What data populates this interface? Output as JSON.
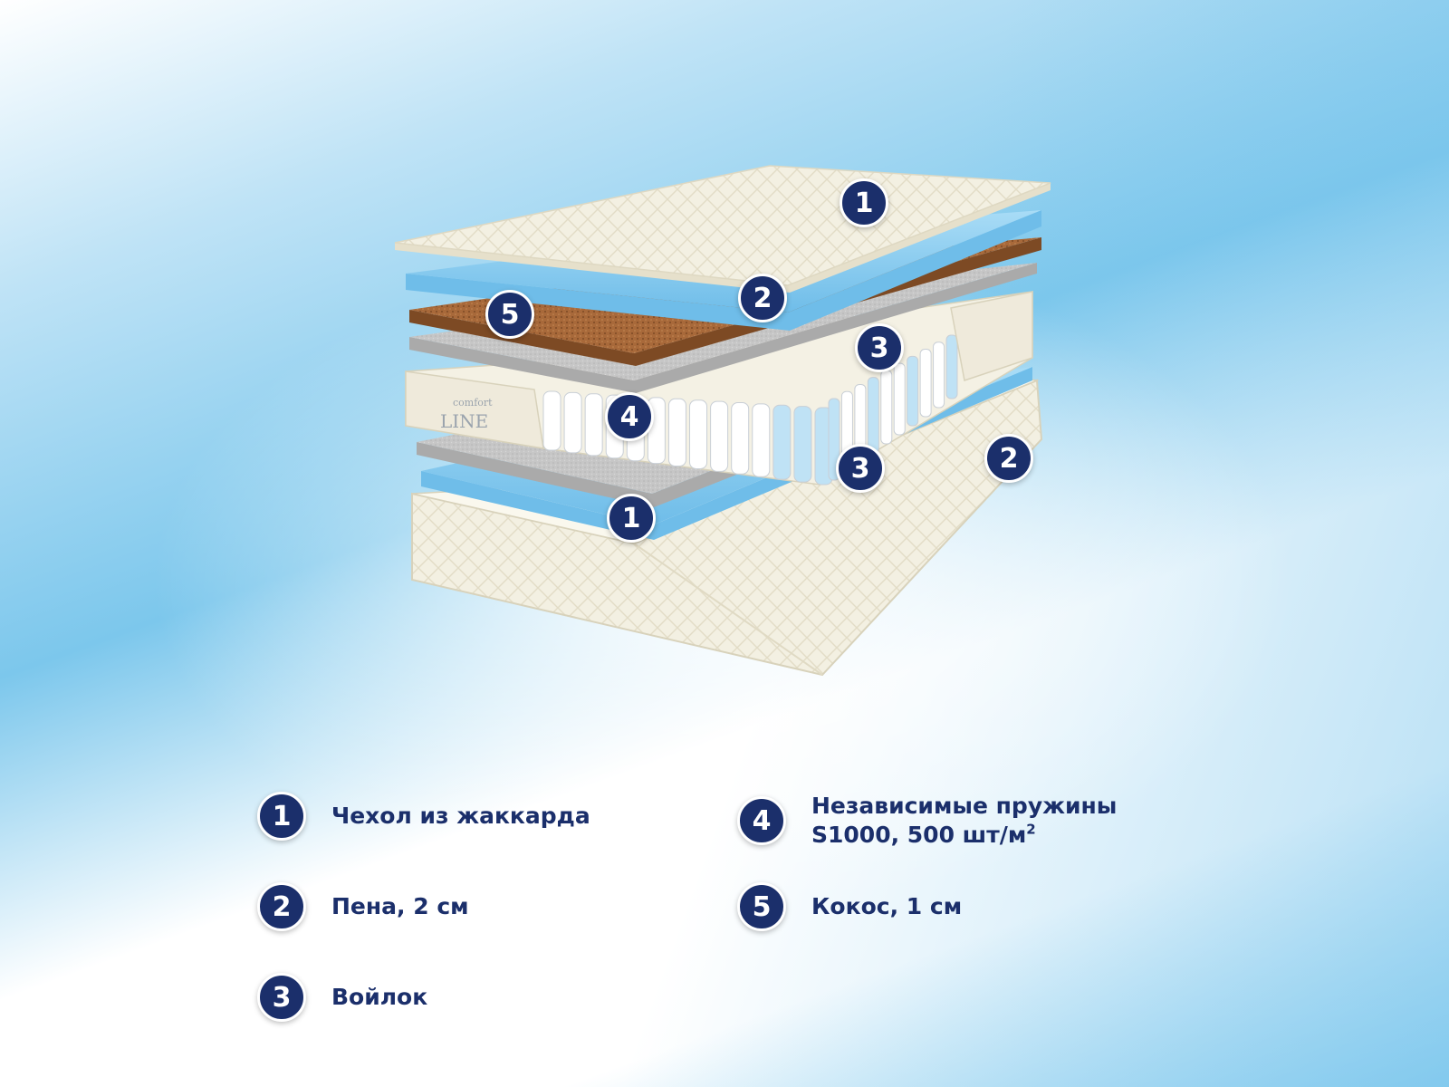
{
  "brand": {
    "line1": "comfort",
    "line2": "LINE"
  },
  "callouts": [
    "1",
    "2",
    "5",
    "3",
    "4",
    "3",
    "2",
    "1"
  ],
  "legend": [
    {
      "num": "1",
      "text": "Чехол из жаккарда"
    },
    {
      "num": "2",
      "text": "Пена, 2 см"
    },
    {
      "num": "3",
      "text": "Войлок"
    },
    {
      "num": "4",
      "text": "Независимые пружины",
      "text2": "S1000, 500 шт/м",
      "sup": "2"
    },
    {
      "num": "5",
      "text": "Кокос, 1 см"
    }
  ],
  "colors": {
    "badge": "#1b2f6b",
    "foam": "#8fd0f2",
    "coconut": "#a8693a",
    "felt": "#c9c9c9",
    "jacquard": "#f3f0e2"
  }
}
